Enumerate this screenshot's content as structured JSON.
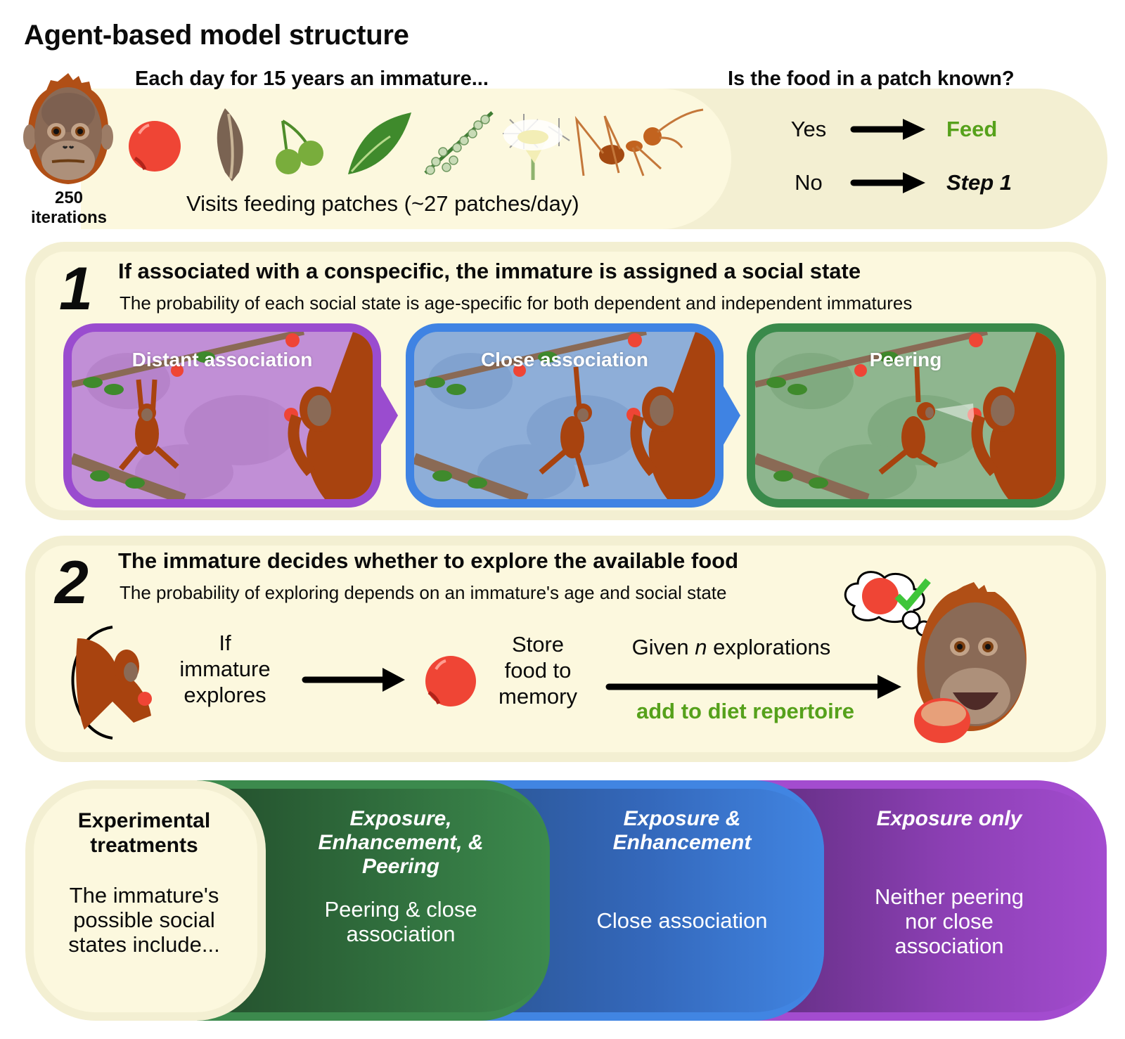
{
  "title": "Agent-based model structure",
  "top": {
    "iterations_count": "250",
    "iterations_label": "iterations",
    "each_day": "Each day for 15 years an immature...",
    "visits": "Visits feeding patches (~27 patches/day)",
    "food_icons": [
      "fruit-icon",
      "seed-icon",
      "berries-icon",
      "leaf-icon",
      "flower-spike-icon",
      "blossom-icon",
      "ant-icon"
    ],
    "question": "Is the food in a patch known?",
    "answers": [
      {
        "label": "Yes",
        "result": "Feed",
        "color": "#56a11b"
      },
      {
        "label": "No",
        "result": "Step 1"
      }
    ]
  },
  "step1": {
    "number": "1",
    "title": "If associated with a conspecific, the immature is assigned a social state",
    "subtitle": "The probability of each social state is age-specific for both dependent and independent immatures",
    "states": [
      {
        "label": "Distant association",
        "color": "#9a4ccf"
      },
      {
        "label": "Close association",
        "color": "#3f83e3"
      },
      {
        "label": "Peering",
        "color": "#3a8a4b"
      }
    ]
  },
  "step2": {
    "number": "2",
    "title": "The immature decides whether to explore the available food",
    "subtitle": "The probability of exploring depends on an immature's age and social state",
    "if_line1": "If",
    "if_line2": "immature",
    "if_line3": "explores",
    "store_line1": "Store",
    "store_line2": "food to",
    "store_line3": "memory",
    "given_prefix": "Given ",
    "given_var": "n",
    "given_suffix": " explorations",
    "add_to_diet": "add to diet repertoire"
  },
  "treatments": {
    "header": "Experimental treatments",
    "header_line1": "Experimental",
    "header_line2": "treatments",
    "intro_line1": "The immature's",
    "intro_line2": "possible social",
    "intro_line3": "states include...",
    "items": [
      {
        "name_lines": [
          "Exposure,",
          "Enhancement, &",
          "Peering"
        ],
        "desc_lines": [
          "Peering & close",
          "association"
        ],
        "color": "#3c8a4d"
      },
      {
        "name_lines": [
          "Exposure &",
          "Enhancement"
        ],
        "desc_lines": [
          "Close association"
        ],
        "color": "#4185e2"
      },
      {
        "name_lines": [
          "Exposure only"
        ],
        "desc_lines": [
          "Neither peering",
          "nor close",
          "association"
        ],
        "color": "#a34ccf"
      }
    ]
  }
}
